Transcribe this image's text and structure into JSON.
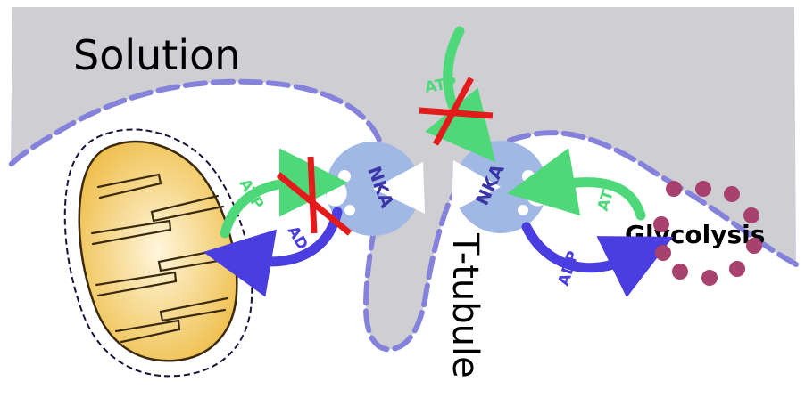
{
  "labels": {
    "solution": "Solution",
    "glycolysis": "Glycolysis",
    "t_tubule": "T-tubule",
    "nka_left": "NKA",
    "nka_right": "NKA",
    "atp_left": "ATP",
    "adp_left": "ADP",
    "atp_top": "ATP",
    "atp_right": "ATP",
    "adp_right": "ADP"
  },
  "colors": {
    "solution_fill": "#cfced3",
    "membrane": "#8582dc",
    "nka": "#a1b8e4",
    "nka_text": "#3a36a8",
    "atp": "#4fd87a",
    "adp": "#4a3ee0",
    "block_cross": "#e31b1b",
    "glycolysis_dot": "#a8416e",
    "mito_fill": "#eebd47",
    "mito_light": "#fff6dc",
    "mito_outline": "#15133a"
  },
  "icons": {
    "block": "red-cross-icon",
    "pump": "nka-pump-icon",
    "organelle": "mitochondrion-icon"
  }
}
